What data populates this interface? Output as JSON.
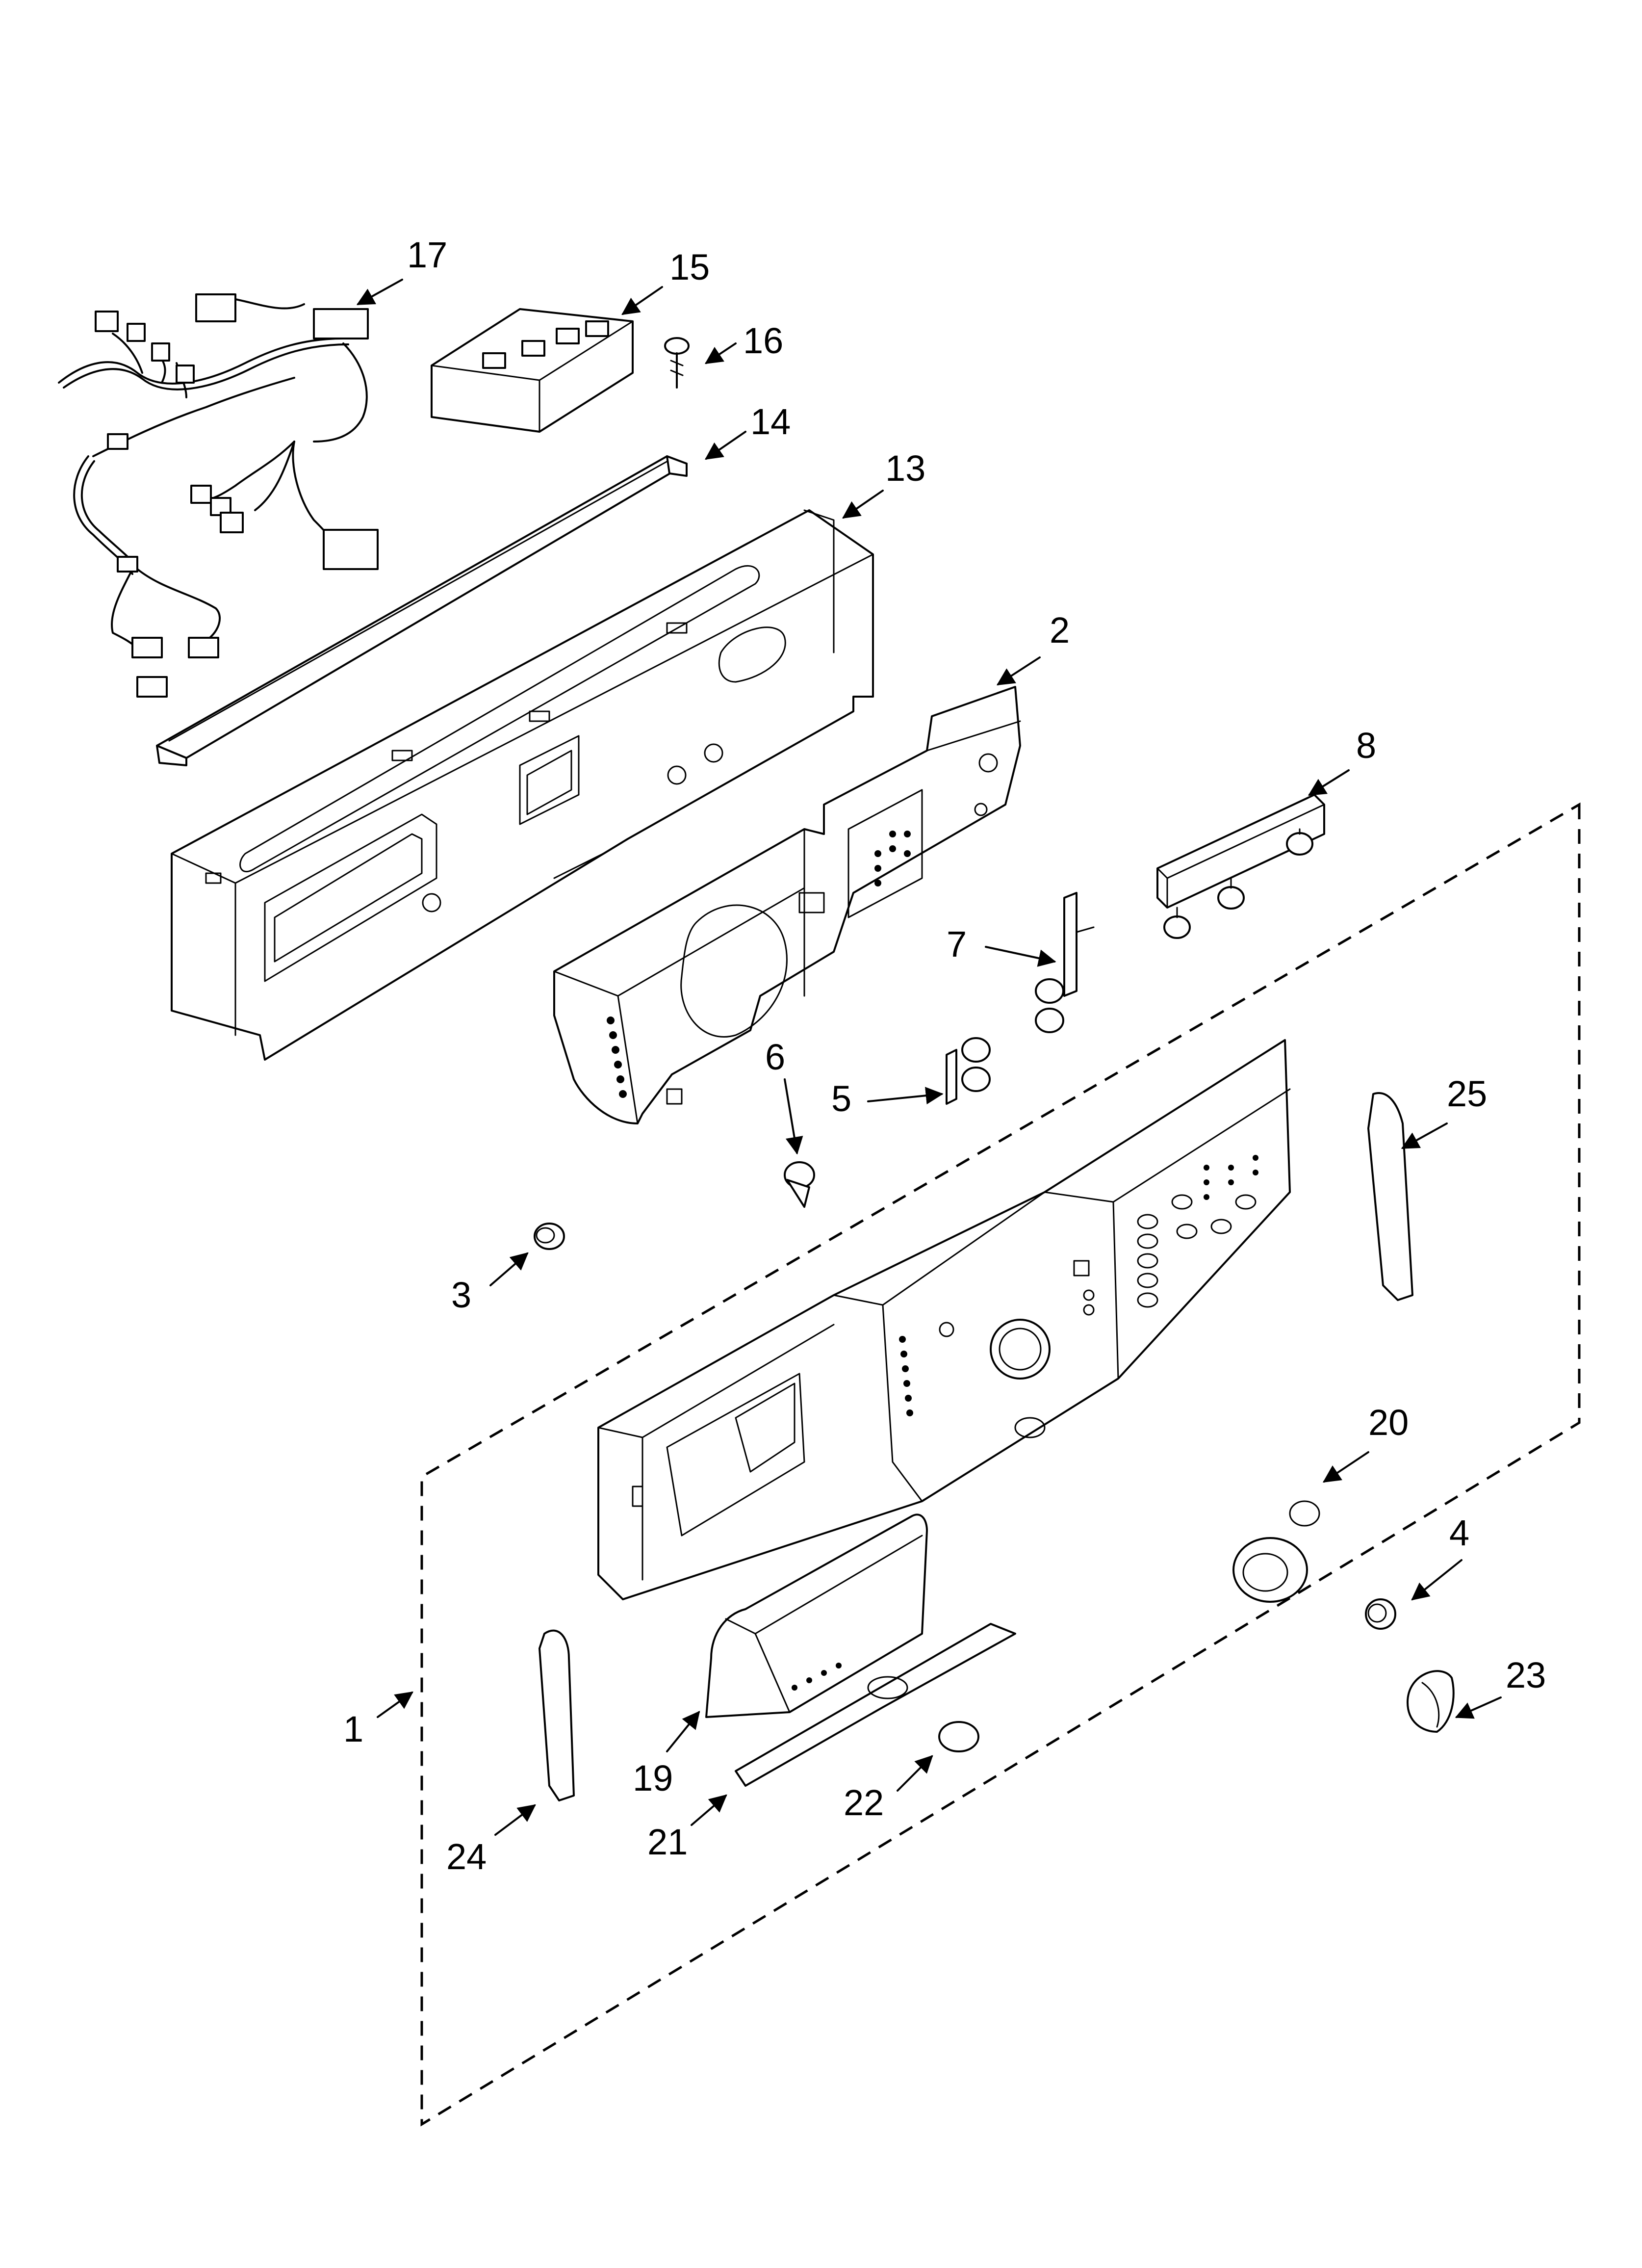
{
  "callouts": [
    {
      "id": "17",
      "text": "17"
    },
    {
      "id": "15",
      "text": "15"
    },
    {
      "id": "16",
      "text": "16"
    },
    {
      "id": "14",
      "text": "14"
    },
    {
      "id": "13",
      "text": "13"
    },
    {
      "id": "2",
      "text": "2"
    },
    {
      "id": "8",
      "text": "8"
    },
    {
      "id": "7",
      "text": "7"
    },
    {
      "id": "6",
      "text": "6"
    },
    {
      "id": "5",
      "text": "5"
    },
    {
      "id": "25",
      "text": "25"
    },
    {
      "id": "3",
      "text": "3"
    },
    {
      "id": "20",
      "text": "20"
    },
    {
      "id": "4",
      "text": "4"
    },
    {
      "id": "23",
      "text": "23"
    },
    {
      "id": "1",
      "text": "1"
    },
    {
      "id": "19",
      "text": "19"
    },
    {
      "id": "22",
      "text": "22"
    },
    {
      "id": "21",
      "text": "21"
    },
    {
      "id": "24",
      "text": "24"
    }
  ]
}
